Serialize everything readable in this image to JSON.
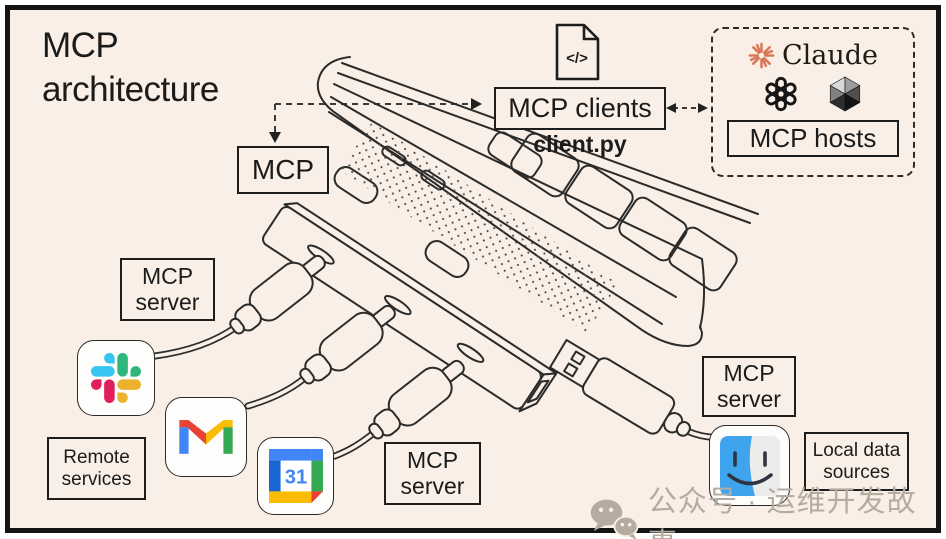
{
  "title": "MCP architecture",
  "protocol": {
    "label": "MCP"
  },
  "clients": {
    "label": "MCP clients",
    "filename": "client.py",
    "icon": "code-file-icon",
    "code_glyph": "</>"
  },
  "hosts": {
    "label": "MCP hosts",
    "claude_wordmark": "Claude",
    "logos": [
      "claude-starburst-icon",
      "openai-icon",
      "cube-icon"
    ]
  },
  "servers": [
    {
      "id": "server-remote-slack",
      "label": "MCP server"
    },
    {
      "id": "server-remote-calendar",
      "label": "MCP server"
    },
    {
      "id": "server-local-finder",
      "label": "MCP server"
    }
  ],
  "service_groups": {
    "remote": "Remote services",
    "local": "Local data sources"
  },
  "integrations": {
    "slack": "Slack",
    "gmail": "Gmail",
    "calendar": {
      "name": "Google Calendar",
      "day": "31"
    },
    "finder": "Finder"
  },
  "watermark": {
    "text": "公众号 · 运维开发故事",
    "icon": "wechat-icon"
  },
  "colors": {
    "background": "#f9efe6",
    "ink": "#1b1b1b",
    "claude_coral": "#d97757",
    "slack": [
      "#36C5F0",
      "#2EB67D",
      "#ECB22E",
      "#E01E5A"
    ],
    "google": [
      "#4285F4",
      "#EA4335",
      "#FBBC04",
      "#34A853",
      "#1967D2"
    ],
    "finder_blue": "#3fa4ee",
    "watermark_gray": "#b5aba1"
  }
}
